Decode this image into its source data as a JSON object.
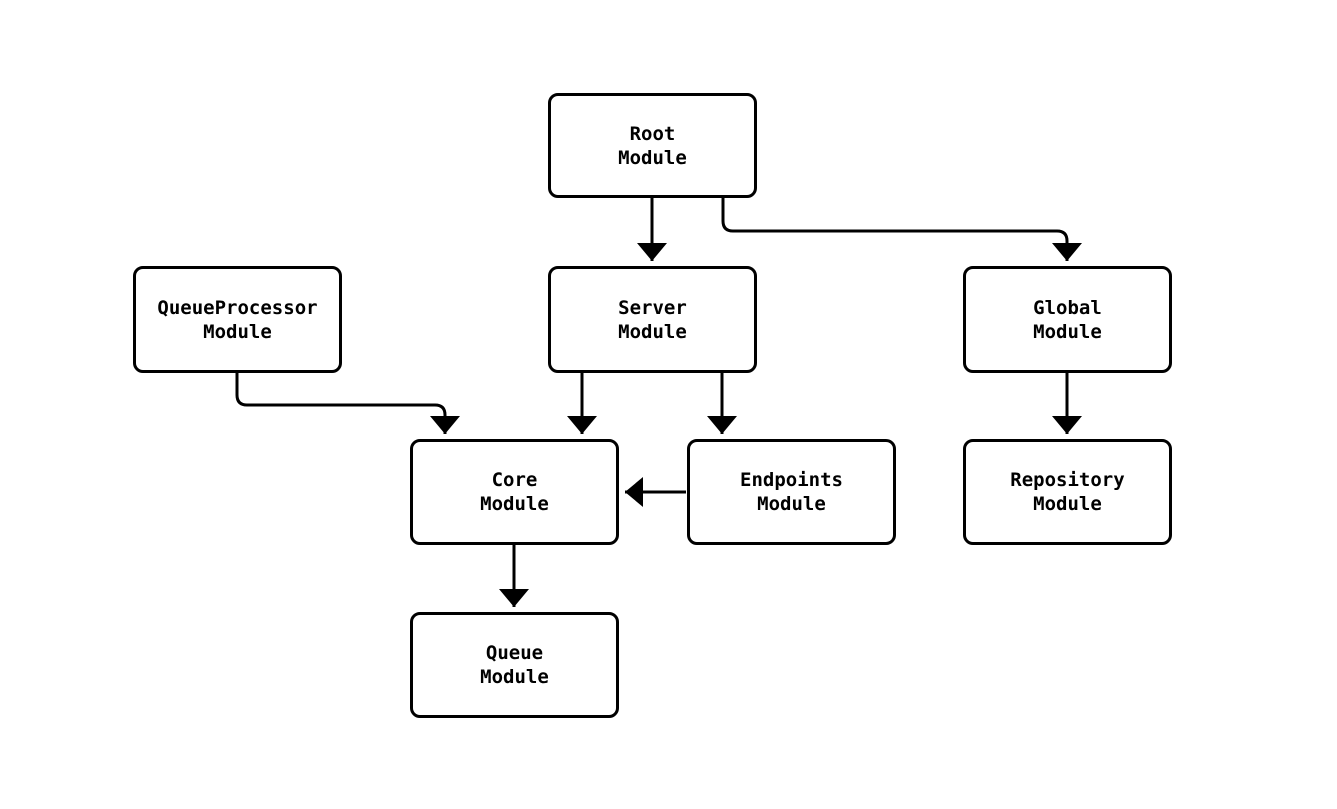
{
  "diagram": {
    "nodes": {
      "root": {
        "label": "Root\nModule"
      },
      "queueprocessor": {
        "label": "QueueProcessor\nModule"
      },
      "server": {
        "label": "Server\nModule"
      },
      "global": {
        "label": "Global\nModule"
      },
      "core": {
        "label": "Core\nModule"
      },
      "endpoints": {
        "label": "Endpoints\nModule"
      },
      "repository": {
        "label": "Repository\nModule"
      },
      "queue": {
        "label": "Queue\nModule"
      }
    },
    "edges": [
      {
        "from": "Root Module",
        "to": "Server Module"
      },
      {
        "from": "Root Module",
        "to": "Global Module"
      },
      {
        "from": "QueueProcessor Module",
        "to": "Core Module"
      },
      {
        "from": "Server Module",
        "to": "Core Module"
      },
      {
        "from": "Server Module",
        "to": "Endpoints Module"
      },
      {
        "from": "Endpoints Module",
        "to": "Core Module"
      },
      {
        "from": "Global Module",
        "to": "Repository Module"
      },
      {
        "from": "Core Module",
        "to": "Queue Module"
      }
    ],
    "colors": {
      "stroke": "#000000",
      "node_fill": "#ffffff",
      "text": "#000000",
      "background": "#ffffff"
    }
  }
}
